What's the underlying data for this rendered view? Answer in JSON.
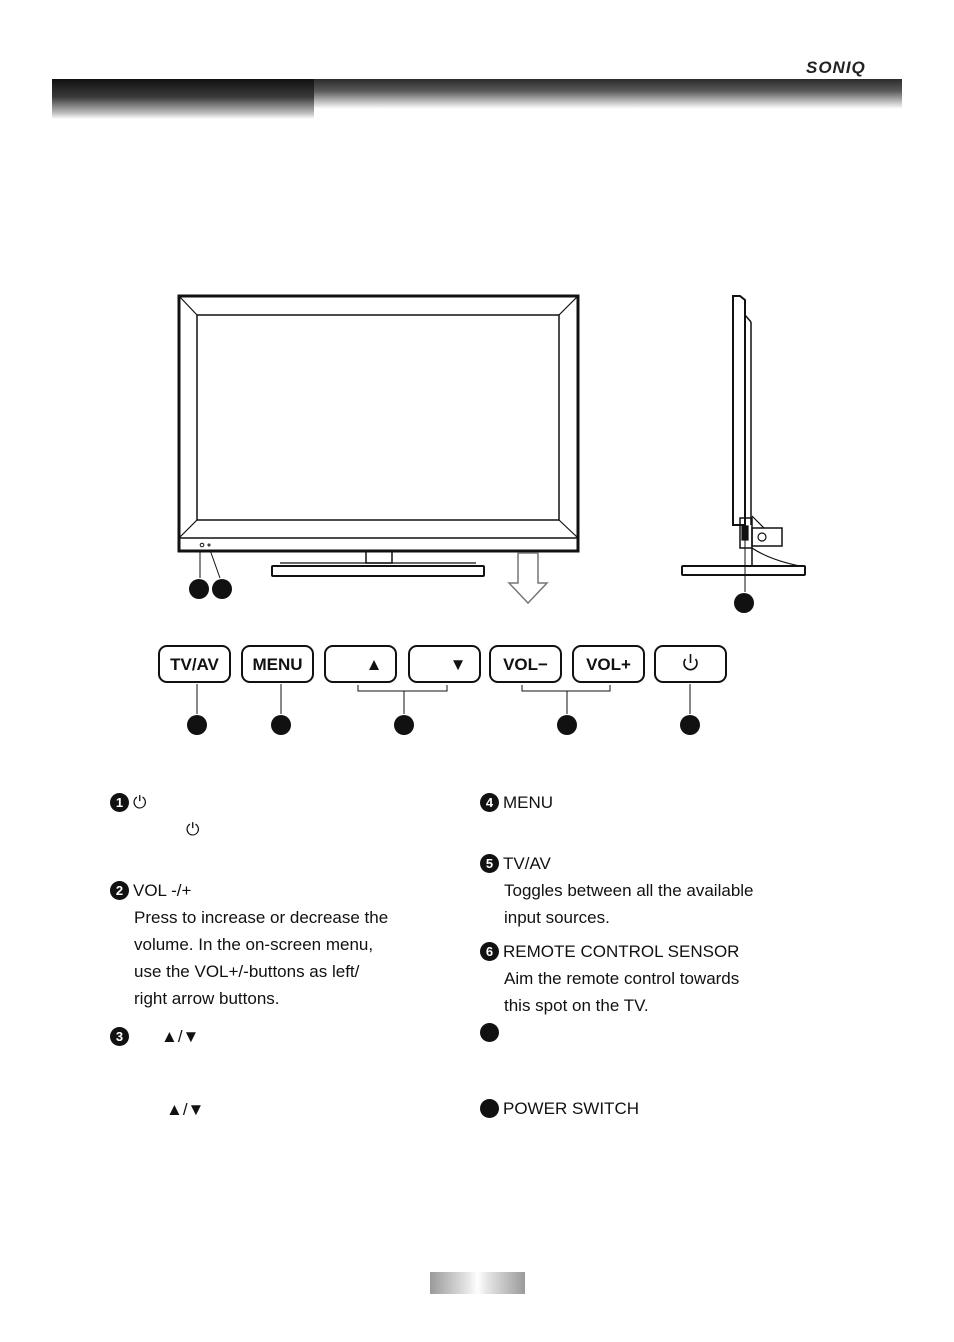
{
  "brand": "SONIQ",
  "buttons": {
    "tvav": "TV/AV",
    "menu": "MENU",
    "up": "▲",
    "down": "▼",
    "vol_minus": "VOL−",
    "vol_plus": "VOL+",
    "power": "⏻"
  },
  "items": {
    "item1": {
      "num": "1",
      "title": "⏻",
      "line": "⏻"
    },
    "item2": {
      "num": "2",
      "title": "VOL -/+",
      "lines": [
        "Press to increase or decrease the",
        "volume. In the on-screen menu,",
        "use the VOL+/-buttons as left/",
        "right arrow buttons."
      ]
    },
    "item3": {
      "num": "3",
      "title": "▲/▼",
      "line": "▲/▼"
    },
    "item4": {
      "num": "4",
      "title": "MENU"
    },
    "item5": {
      "num": "5",
      "title": "TV/AV",
      "lines": [
        "Toggles between all the available",
        "input sources."
      ]
    },
    "item6": {
      "num": "6",
      "title": "REMOTE CONTROL SENSOR",
      "lines": [
        "Aim the remote control towards",
        "this spot on the TV."
      ]
    },
    "item7": {
      "num": ""
    },
    "item8": {
      "num": "",
      "title": "POWER SWITCH"
    }
  }
}
